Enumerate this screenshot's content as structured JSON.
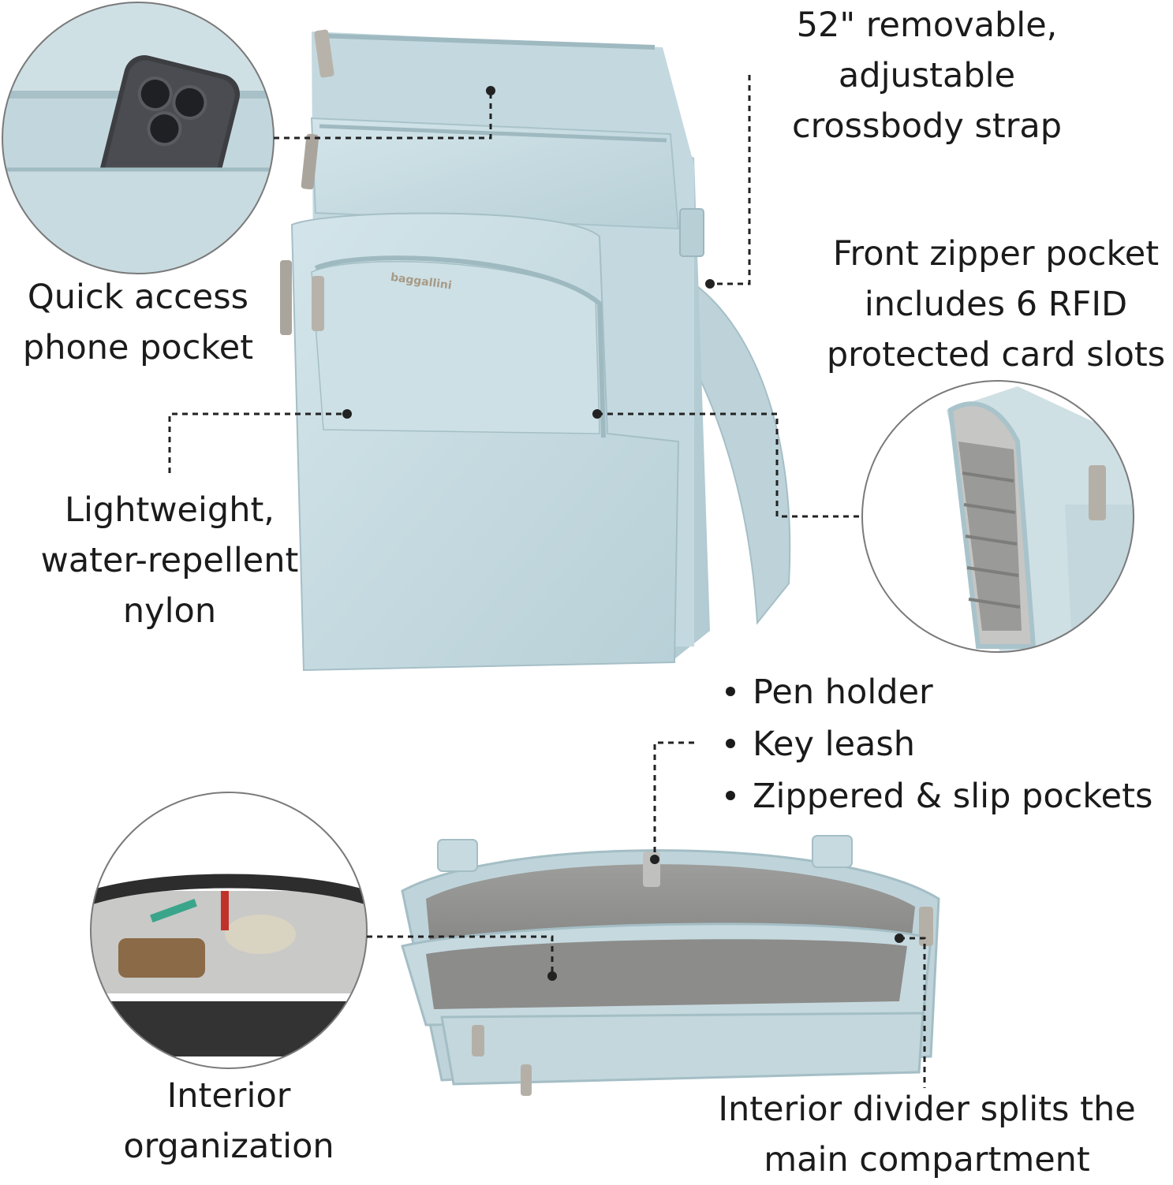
{
  "callouts": {
    "strap": [
      "52\" removable,",
      "adjustable",
      "crossbody strap"
    ],
    "front_pocket": [
      "Front zipper pocket",
      "includes 6 RFID",
      "protected card slots"
    ],
    "phone_pocket": [
      "Quick access",
      "phone pocket"
    ],
    "nylon": [
      "Lightweight,",
      "water-repellent",
      "nylon"
    ],
    "interior_org": [
      "Interior",
      "organization"
    ],
    "divider": [
      "Interior divider splits the",
      "main compartment"
    ]
  },
  "features_list": [
    "Pen holder",
    "Key leash",
    "Zippered & slip pockets"
  ],
  "brand_logo": "baggallini",
  "colors": {
    "bag": "#c9dde3",
    "bag_shadow": "#a9c3cb",
    "lining": "#8f8f8f",
    "leader_line": "#222222"
  }
}
